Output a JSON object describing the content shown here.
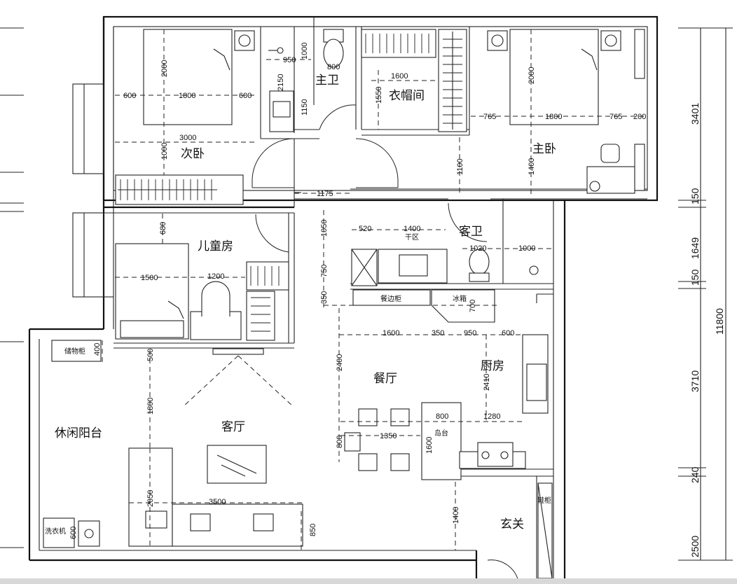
{
  "rooms": {
    "master_bath": "主卫",
    "cloakroom": "衣帽间",
    "second_bedroom": "次卧",
    "master_bedroom": "主卧",
    "kids_room": "儿童房",
    "guest_bath": "客卫",
    "dining_room": "餐厅",
    "kitchen": "厨房",
    "leisure_balcony": "休闲阳台",
    "living_room": "客厅",
    "entrance": "玄关"
  },
  "notes": {
    "dry_area": "干区",
    "sideboard": "餐边柜",
    "fridge": "冰箱",
    "storage_cabinet": "储物柜",
    "kitchen_island": "岛台",
    "shoe_cabinet": "鞋柜",
    "washing_machine": "洗衣机"
  },
  "dims": {
    "sb_w": "1800",
    "sb_h": "2000",
    "sb_l600": "600",
    "sb_r600": "600",
    "sb_3000": "3000",
    "sb_1000": "1000",
    "mb_950": "950",
    "mb_1000": "1000",
    "mb_800": "800",
    "mb_2150": "2150",
    "mb_1150": "1150",
    "cl_1600": "1600",
    "cl_1550": "1550",
    "mr_765a": "765",
    "mr_1800": "1800",
    "mr_765b": "765",
    "mr_200": "200",
    "mr_2000": "2000",
    "mr_1100": "1100",
    "mr_1400": "1400",
    "hall_1175": "1175",
    "kr_680": "680",
    "kr_1500": "1500",
    "kr_1200": "1200",
    "g_1050": "1050",
    "g_520": "520",
    "g_1400": "1400",
    "g_1020": "1020",
    "g_1000": "1000",
    "g_750": "750",
    "g_350": "350",
    "g_700": "700",
    "d_1600": "1600",
    "d_350": "350",
    "d_950": "950",
    "d_600": "600",
    "d_2400": "2400",
    "d_2410": "2410",
    "d_800": "800",
    "d_1280": "1280",
    "d_1350": "1350",
    "d_800b": "800",
    "d_1600v": "1600",
    "lr_500": "500",
    "lr_400": "400",
    "lr_1800": "1800",
    "lr_2050": "2050",
    "lr_3500": "3500",
    "lr_850": "850",
    "lr_600": "600",
    "e_1400": "1400"
  },
  "side_dims": {
    "d3401": "3401",
    "d150a": "150",
    "d1649": "1649",
    "d150b": "150",
    "d11800": "11800",
    "d3710": "3710",
    "d240": "240",
    "d2500": "2500"
  }
}
